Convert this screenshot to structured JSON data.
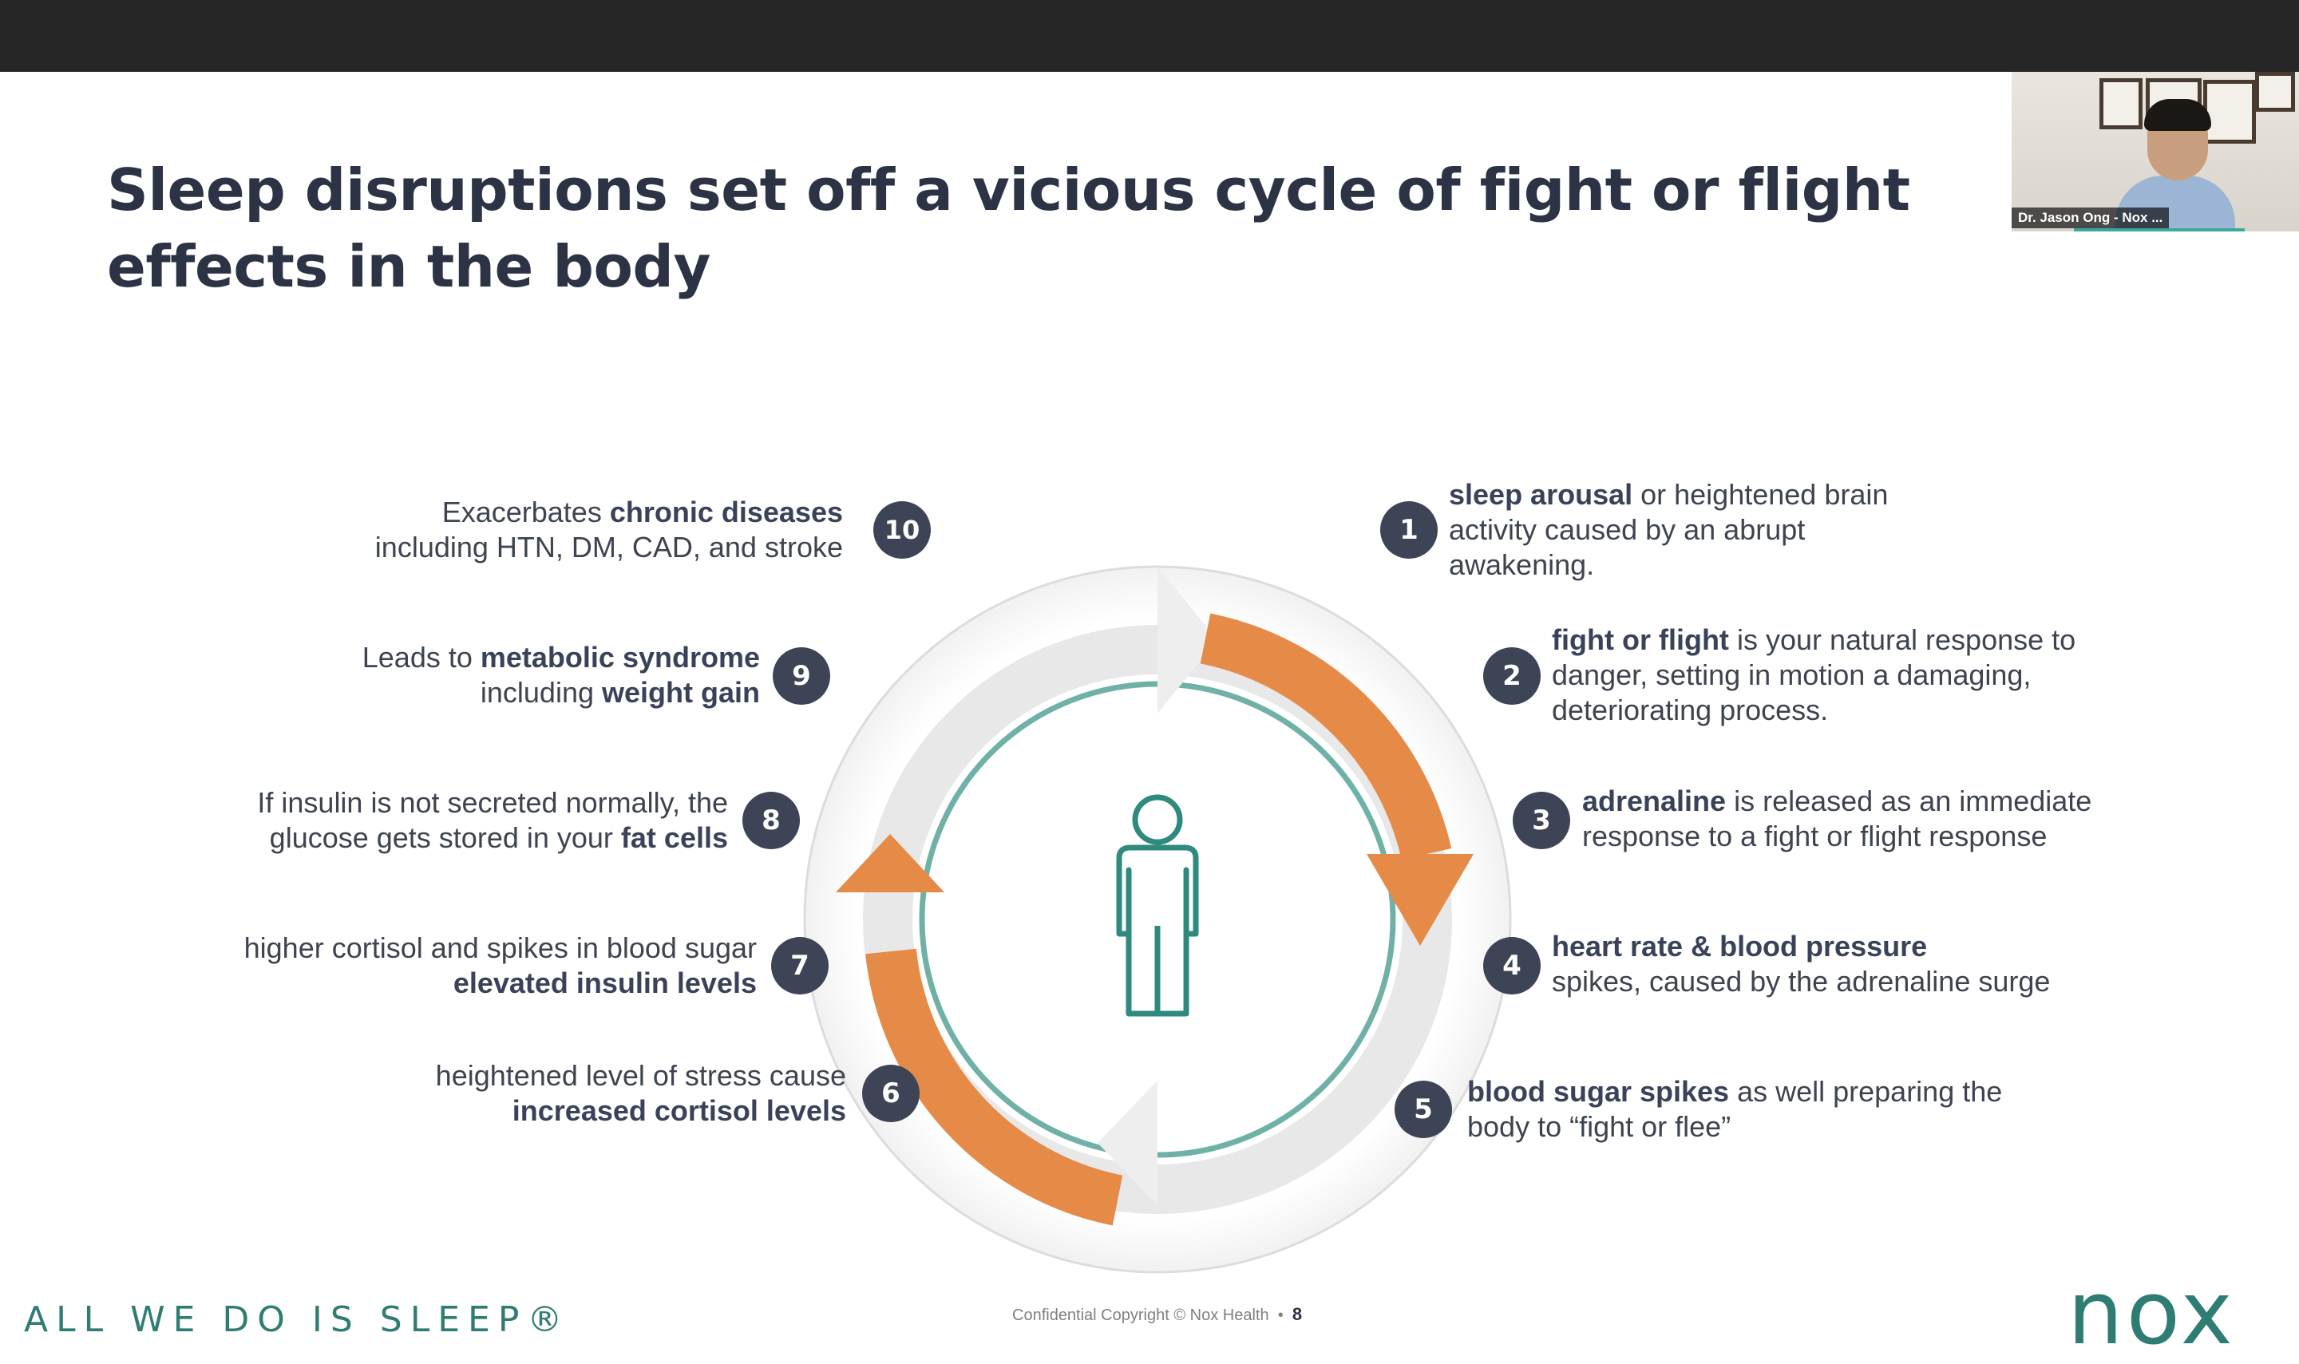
{
  "slide": {
    "title": "Sleep disruptions set off a vicious cycle of fight or flight effects in the body",
    "items": [
      {
        "number": "1",
        "bold": "sleep arousal",
        "rest": " or heightened brain activity caused by an abrupt awakening."
      },
      {
        "number": "2",
        "bold": "fight or flight",
        "rest": " is your natural response to danger, setting in motion a damaging, deteriorating process."
      },
      {
        "number": "3",
        "bold": "adrenaline",
        "rest": " is released as an immediate response to a fight or flight response"
      },
      {
        "number": "4",
        "bold": "heart rate & blood pressure",
        "rest": "spikes, caused by the adrenaline surge"
      },
      {
        "number": "5",
        "bold": "blood sugar spikes",
        "rest": " as well preparing the body to “fight or flee”"
      },
      {
        "number": "6",
        "plain": "heightened level of stress cause",
        "bold": "increased cortisol levels"
      },
      {
        "number": "7",
        "plain": "higher cortisol and spikes in blood sugar",
        "bold": "elevated insulin levels"
      },
      {
        "number": "8",
        "plain": "If insulin is not secreted normally, the glucose gets stored in your ",
        "bold": "fat cells"
      },
      {
        "number": "9",
        "plain1": "Leads to ",
        "bold1": "metabolic syndrome",
        "plain2": "including ",
        "bold2": "weight gain"
      },
      {
        "number": "10",
        "plain1": "Exacerbates ",
        "bold1": "chronic diseases",
        "plain2": "including HTN, DM, CAD, and stroke"
      }
    ],
    "footer": {
      "tagline": "ALL WE DO IS SLEEP®",
      "copyright": "Confidential Copyright © Nox Health",
      "separator": "•",
      "page_number": "8",
      "logo": "nox"
    }
  },
  "webcam": {
    "participant_name": "Dr. Jason Ong - Nox ..."
  },
  "colors": {
    "title": "#2b3345",
    "badge": "#3d4456",
    "orange_arrow": "#e68a48",
    "gray_arrow": "#e8e8e8",
    "teal": "#6fb1a6",
    "brand_green": "#2f7d72"
  },
  "icons": {
    "person": "person-outline-icon"
  }
}
